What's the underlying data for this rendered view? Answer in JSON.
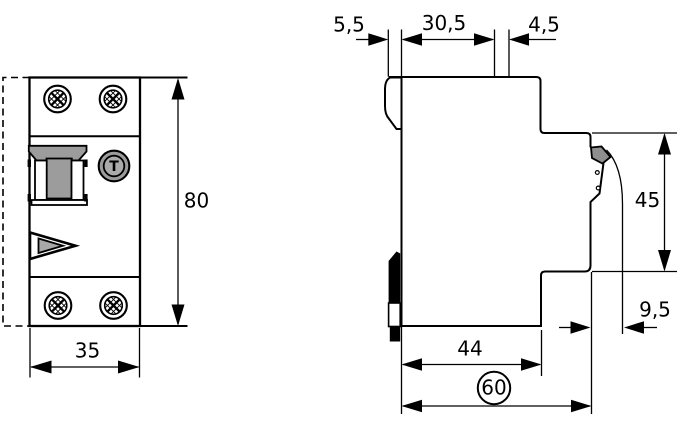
{
  "accent_colors": {
    "line": "#000000",
    "fill_gray": "#9c9c9c",
    "fill_light_gray": "#ababab",
    "background": "#ffffff"
  },
  "front_view": {
    "height_dim": "80",
    "width_dim": "35",
    "test_button": "T"
  },
  "side_view": {
    "dim_hook_depth": "5,5",
    "dim_top_width": "30,5",
    "dim_top_gap": "4,5",
    "dim_rail_height": "45",
    "dim_rail_offset": "9,5",
    "dim_body_depth": "44",
    "dim_total_depth": "60"
  }
}
